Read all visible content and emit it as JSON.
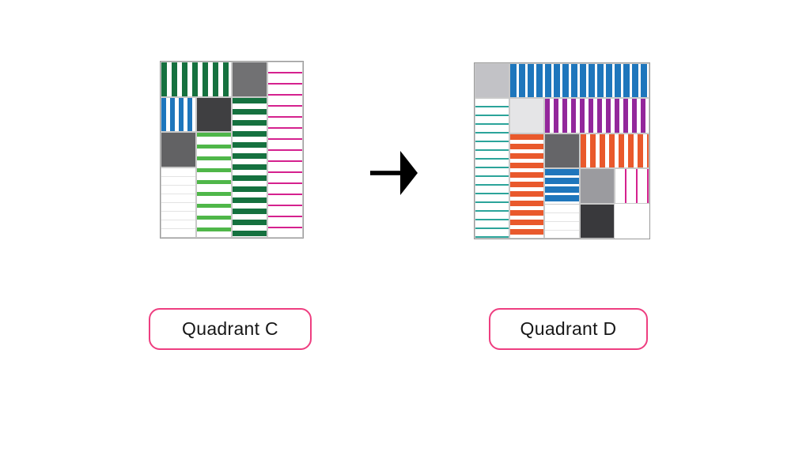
{
  "background_color": "#ffffff",
  "arrow": {
    "name": "right-arrow",
    "color": "#000000"
  },
  "choices": [
    {
      "id": "quadrant-c",
      "label": "Quadrant C",
      "border_color": "#ee3e80"
    },
    {
      "id": "quadrant-d",
      "label": "Quadrant D",
      "border_color": "#ee3e80"
    }
  ],
  "figures": [
    {
      "id": "quadrant-c",
      "cols": 4,
      "rows": 5,
      "cells": [
        {
          "col": 0,
          "row": 0,
          "colspan": 2,
          "rowspan": 1,
          "pattern": "v-stripes",
          "color": "#15713f",
          "bar": 7,
          "gap": 6,
          "name": "darkgreen-vertical-stripes"
        },
        {
          "col": 2,
          "row": 0,
          "colspan": 1,
          "rowspan": 1,
          "pattern": "solid",
          "color": "#717173",
          "name": "gray-square"
        },
        {
          "col": 3,
          "row": 0,
          "colspan": 1,
          "rowspan": 5,
          "pattern": "h-lines",
          "color": "#d5218e",
          "bar": 2,
          "gap": 12,
          "name": "pink-horizontal-lines"
        },
        {
          "col": 0,
          "row": 1,
          "colspan": 1,
          "rowspan": 1,
          "pattern": "v-stripes",
          "color": "#1e76bc",
          "bar": 6,
          "gap": 5,
          "name": "blue-vertical-stripes"
        },
        {
          "col": 1,
          "row": 1,
          "colspan": 1,
          "rowspan": 1,
          "pattern": "solid",
          "color": "#3f3f41",
          "name": "charcoal-square"
        },
        {
          "col": 2,
          "row": 1,
          "colspan": 1,
          "rowspan": 4,
          "pattern": "h-stripes",
          "color": "#15713f",
          "bar": 7,
          "gap": 7,
          "name": "darkgreen-horizontal-stripes"
        },
        {
          "col": 0,
          "row": 2,
          "colspan": 1,
          "rowspan": 1,
          "pattern": "solid",
          "color": "#626264",
          "name": "darkgray-square"
        },
        {
          "col": 1,
          "row": 2,
          "colspan": 1,
          "rowspan": 3,
          "pattern": "h-stripes",
          "color": "#4fb749",
          "bar": 5,
          "gap": 10,
          "name": "lightgreen-horizontal-stripes"
        },
        {
          "col": 0,
          "row": 3,
          "colspan": 1,
          "rowspan": 2,
          "pattern": "h-lines",
          "color": "#e3e3e3",
          "bar": 1,
          "gap": 10,
          "name": "white-faint-lines"
        }
      ]
    },
    {
      "id": "quadrant-d",
      "cols": 5,
      "rows": 5,
      "cells": [
        {
          "col": 0,
          "row": 0,
          "colspan": 1,
          "rowspan": 1,
          "pattern": "solid",
          "color": "#c2c2c6",
          "name": "lightgray-square"
        },
        {
          "col": 1,
          "row": 0,
          "colspan": 4,
          "rowspan": 1,
          "pattern": "v-stripes",
          "color": "#1e76bc",
          "bar": 8,
          "gap": 3,
          "name": "blue-vertical-stripes"
        },
        {
          "col": 0,
          "row": 1,
          "colspan": 1,
          "rowspan": 4,
          "pattern": "h-lines",
          "color": "#2ba49a",
          "bar": 2,
          "gap": 9,
          "name": "teal-horizontal-lines"
        },
        {
          "col": 1,
          "row": 1,
          "colspan": 1,
          "rowspan": 1,
          "pattern": "solid",
          "color": "#e5e5e7",
          "name": "palegray-square"
        },
        {
          "col": 2,
          "row": 1,
          "colspan": 3,
          "rowspan": 1,
          "pattern": "v-stripes",
          "color": "#93279b",
          "bar": 6,
          "gap": 5,
          "name": "purple-vertical-stripes"
        },
        {
          "col": 1,
          "row": 2,
          "colspan": 1,
          "rowspan": 3,
          "pattern": "h-stripes",
          "color": "#e9592c",
          "bar": 7,
          "gap": 5,
          "name": "orange-horizontal-stripes"
        },
        {
          "col": 2,
          "row": 2,
          "colspan": 1,
          "rowspan": 1,
          "pattern": "solid",
          "color": "#656568",
          "name": "darkgray-square"
        },
        {
          "col": 3,
          "row": 2,
          "colspan": 2,
          "rowspan": 1,
          "pattern": "v-stripes",
          "color": "#e9592c",
          "bar": 7,
          "gap": 5,
          "name": "orange-vertical-stripes"
        },
        {
          "col": 2,
          "row": 3,
          "colspan": 1,
          "rowspan": 2,
          "pattern": "h-stripes",
          "color": "#1e76bc",
          "bar": 8,
          "gap": 3,
          "name": "blue-horizontal-stripes"
        },
        {
          "col": 3,
          "row": 3,
          "colspan": 1,
          "rowspan": 1,
          "pattern": "solid",
          "color": "#9b9b9f",
          "name": "gray-square"
        },
        {
          "col": 4,
          "row": 3,
          "colspan": 1,
          "rowspan": 1,
          "pattern": "v-lines",
          "color": "#d5218e",
          "bar": 2,
          "gap": 12,
          "name": "pink-vertical-lines"
        },
        {
          "col": 2,
          "row": 4,
          "colspan": 1,
          "rowspan": 1,
          "pattern": "h-lines",
          "color": "#e3e3e3",
          "bar": 1,
          "gap": 10,
          "name": "white-faint-lines"
        },
        {
          "col": 3,
          "row": 4,
          "colspan": 1,
          "rowspan": 1,
          "pattern": "solid",
          "color": "#39393c",
          "name": "charcoal-square"
        }
      ]
    }
  ]
}
